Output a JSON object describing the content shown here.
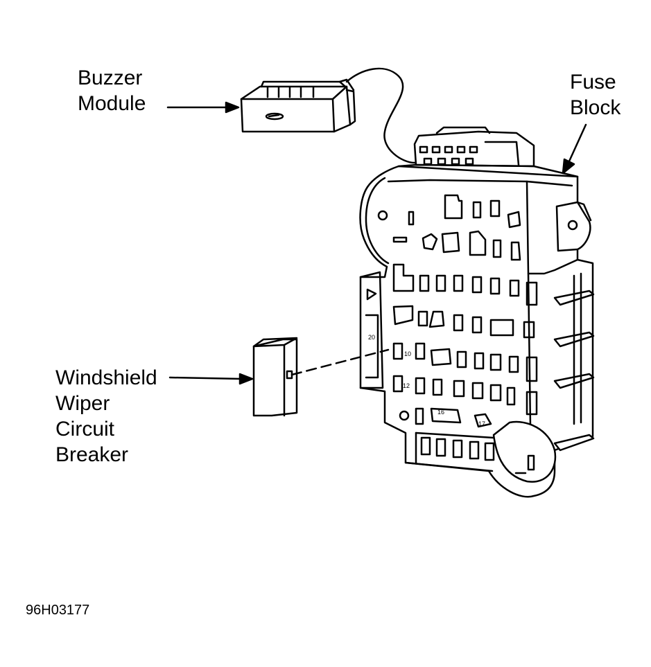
{
  "labels": {
    "buzzer_module": [
      "Buzzer",
      "Module"
    ],
    "fuse_block": [
      "Fuse",
      "Block"
    ],
    "wiper_breaker": [
      "Windshield",
      "Wiper",
      "Circuit",
      "Breaker"
    ]
  },
  "figure_code": "96H03177",
  "block_numbers": [
    "20",
    "10",
    "12",
    "16",
    "17"
  ]
}
